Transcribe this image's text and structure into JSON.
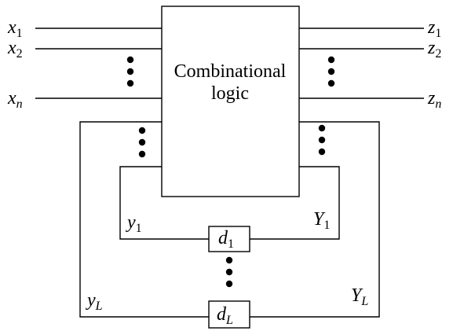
{
  "block": {
    "line1": "Combinational",
    "line2": "logic"
  },
  "inputs": [
    {
      "base": "x",
      "sub": "1"
    },
    {
      "base": "x",
      "sub": "2"
    },
    {
      "base": "x",
      "sub": "n"
    }
  ],
  "outputs": [
    {
      "base": "z",
      "sub": "1"
    },
    {
      "base": "z",
      "sub": "2"
    },
    {
      "base": "z",
      "sub": "n"
    }
  ],
  "state_lines": [
    {
      "y_base": "y",
      "y_sub": "1",
      "Y_base": "Y",
      "Y_sub": "1",
      "delay_base": "d",
      "delay_sub": "1"
    },
    {
      "y_base": "y",
      "y_sub": "L",
      "Y_base": "Y",
      "Y_sub": "L",
      "delay_base": "d",
      "delay_sub": "L"
    }
  ]
}
